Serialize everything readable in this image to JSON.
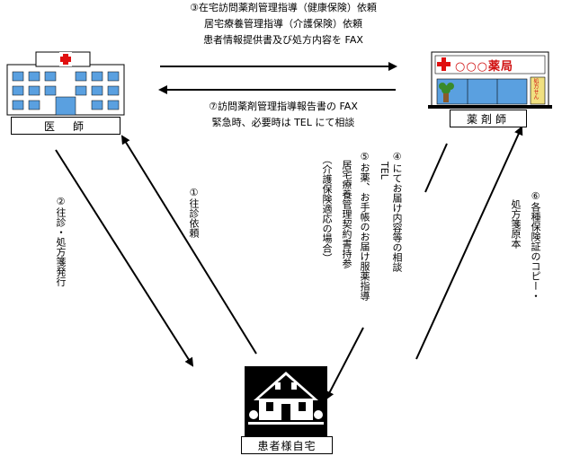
{
  "nodes": {
    "doctor": {
      "label": "医　師"
    },
    "pharmacist": {
      "label": "薬剤師",
      "sign_text": "○○○薬局",
      "side_sign": "処方せん"
    },
    "patient": {
      "label": "患者様自宅"
    }
  },
  "messages": {
    "top": [
      "③在宅訪問薬剤管理指導（健康保険）依頼",
      "居宅療養管理指導（介護保険）依頼",
      "患者情報提供書及び処方内容を FAX"
    ],
    "middle": [
      "⑦訪問薬剤管理指導報告書の FAX",
      "緊急時、必要時は TEL にて相談"
    ],
    "m1": [
      "①往診依頼"
    ],
    "m2": [
      "②往診・処方箋発行"
    ],
    "m4": [
      "④",
      "TEL",
      "にてお届け内容等の相談"
    ],
    "m5": [
      "⑤お薬、お手帳のお届け服薬指導",
      "居宅療養管理契約書持参",
      "（介護保険適応の場合）"
    ],
    "m6": [
      "⑥各種保険証のコピー・",
      "処方箋原本"
    ]
  },
  "colors": {
    "cross": "#e01010",
    "window": "#5aa0e0",
    "sign_text": "#d01010",
    "plant": "#3a8a2a"
  }
}
